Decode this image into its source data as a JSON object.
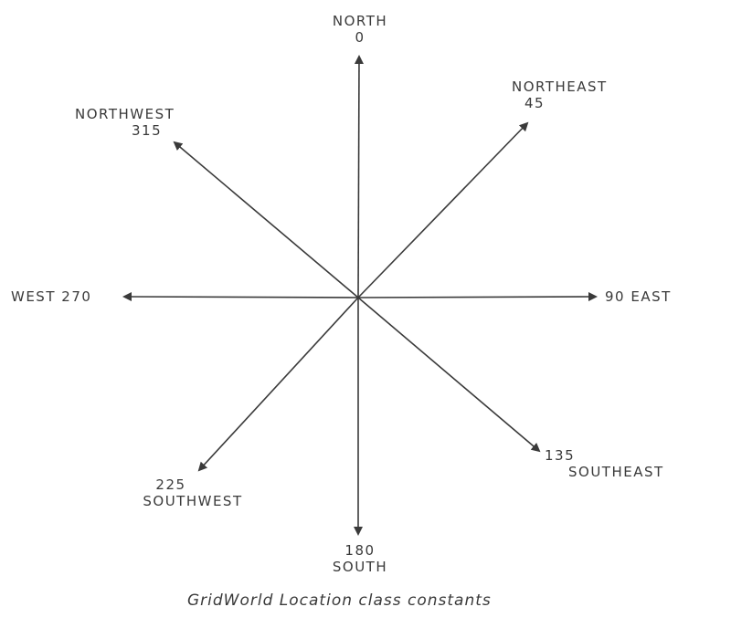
{
  "diagram": {
    "ink_color": "#3a3a3a",
    "directions": [
      {
        "name": "NORTH",
        "degrees": "0"
      },
      {
        "name": "NORTHEAST",
        "degrees": "45"
      },
      {
        "name": "EAST",
        "degrees": "90"
      },
      {
        "name": "SOUTHEAST",
        "degrees": "135"
      },
      {
        "name": "SOUTH",
        "degrees": "180"
      },
      {
        "name": "SOUTHWEST",
        "degrees": "225"
      },
      {
        "name": "WEST",
        "degrees": "270"
      },
      {
        "name": "NORTHWEST",
        "degrees": "315"
      }
    ],
    "caption": "GridWorld Location class constants"
  }
}
